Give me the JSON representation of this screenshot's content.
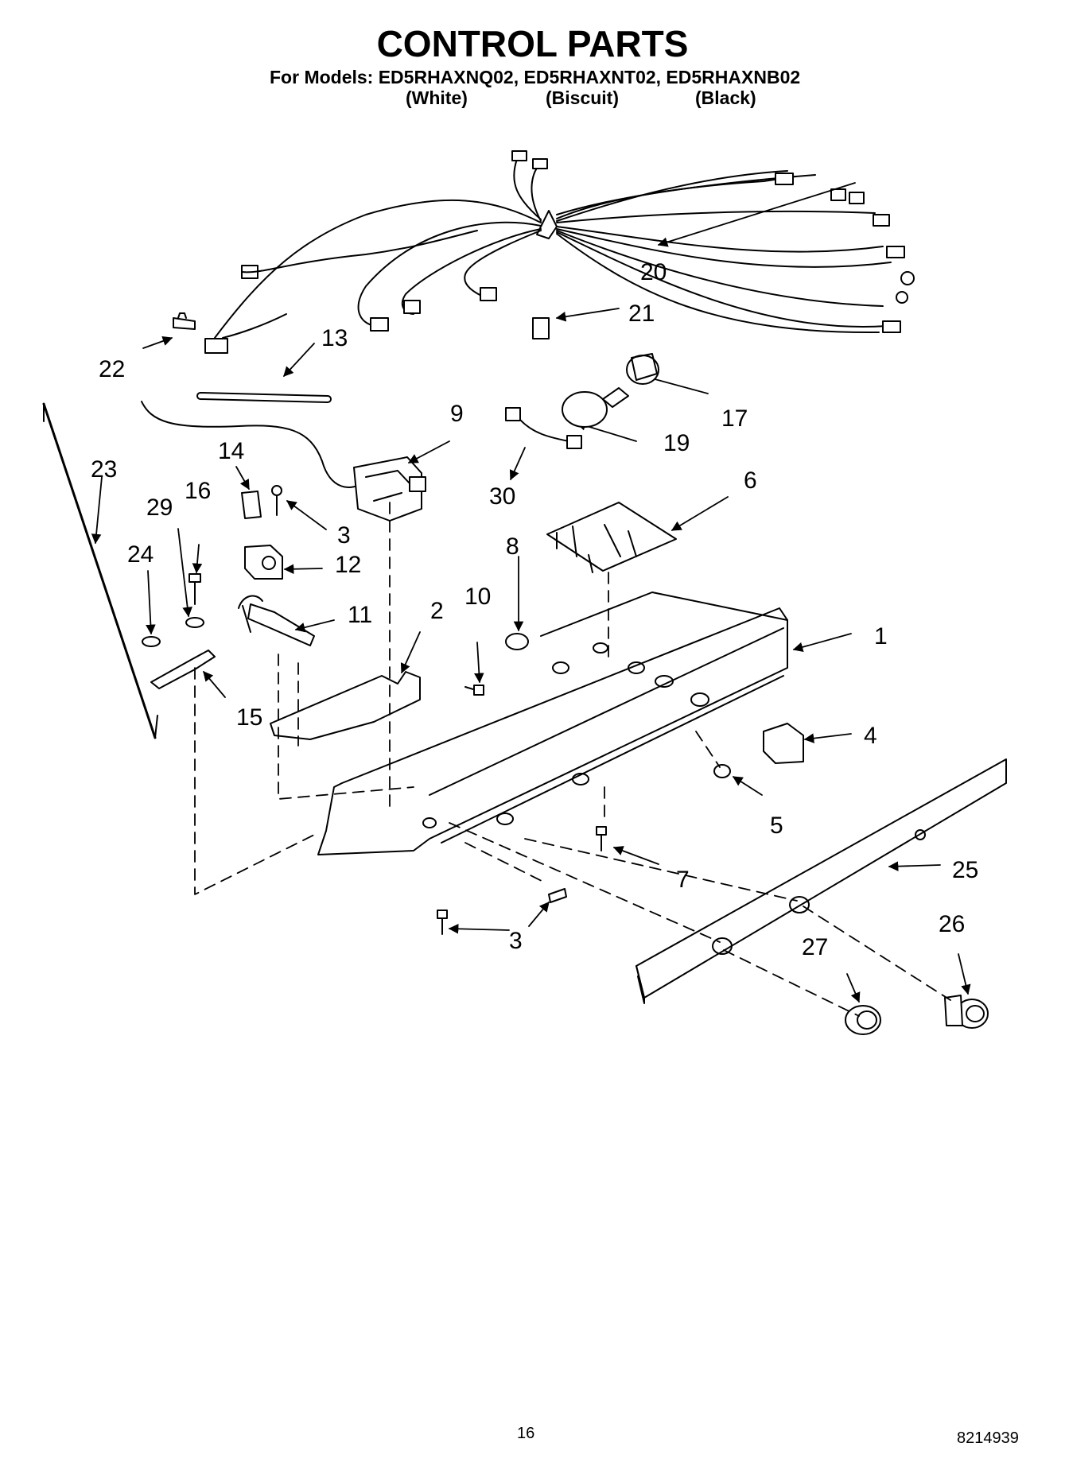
{
  "header": {
    "title": "CONTROL PARTS",
    "models_line": "For Models: ED5RHAXNQ02, ED5RHAXNT02, ED5RHAXNB02",
    "finishes": [
      "(White)",
      "(Biscuit)",
      "(Black)"
    ]
  },
  "callouts": [
    "1",
    "2",
    "3",
    "3",
    "4",
    "5",
    "6",
    "7",
    "8",
    "9",
    "10",
    "11",
    "12",
    "13",
    "14",
    "15",
    "16",
    "17",
    "19",
    "20",
    "21",
    "22",
    "23",
    "24",
    "25",
    "26",
    "27",
    "29",
    "30"
  ],
  "footer": {
    "page_number": "16",
    "document_number": "8214939"
  }
}
